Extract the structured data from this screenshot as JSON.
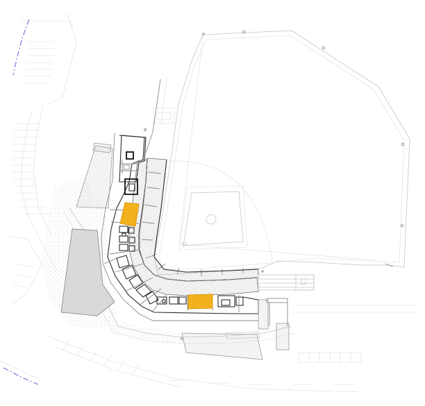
{
  "colors": {
    "highlight": "#F2B21E",
    "highlight_edge": "#D99A0C",
    "survey_line": "#8C88E0",
    "background": "#FFFFFF",
    "linework": "#2A2A2A",
    "building_fill": "#D9D9D9"
  },
  "highlights": [
    {
      "name": "highlight-room-first-base-side"
    },
    {
      "name": "highlight-room-home-side"
    }
  ],
  "survey_lines": [
    {
      "name": "survey-line-west"
    },
    {
      "name": "survey-line-southwest"
    }
  ],
  "icons": [
    "tree-marker-icon",
    "light-pole-icon",
    "home-plate-icon",
    "pitchers-mound-icon"
  ]
}
